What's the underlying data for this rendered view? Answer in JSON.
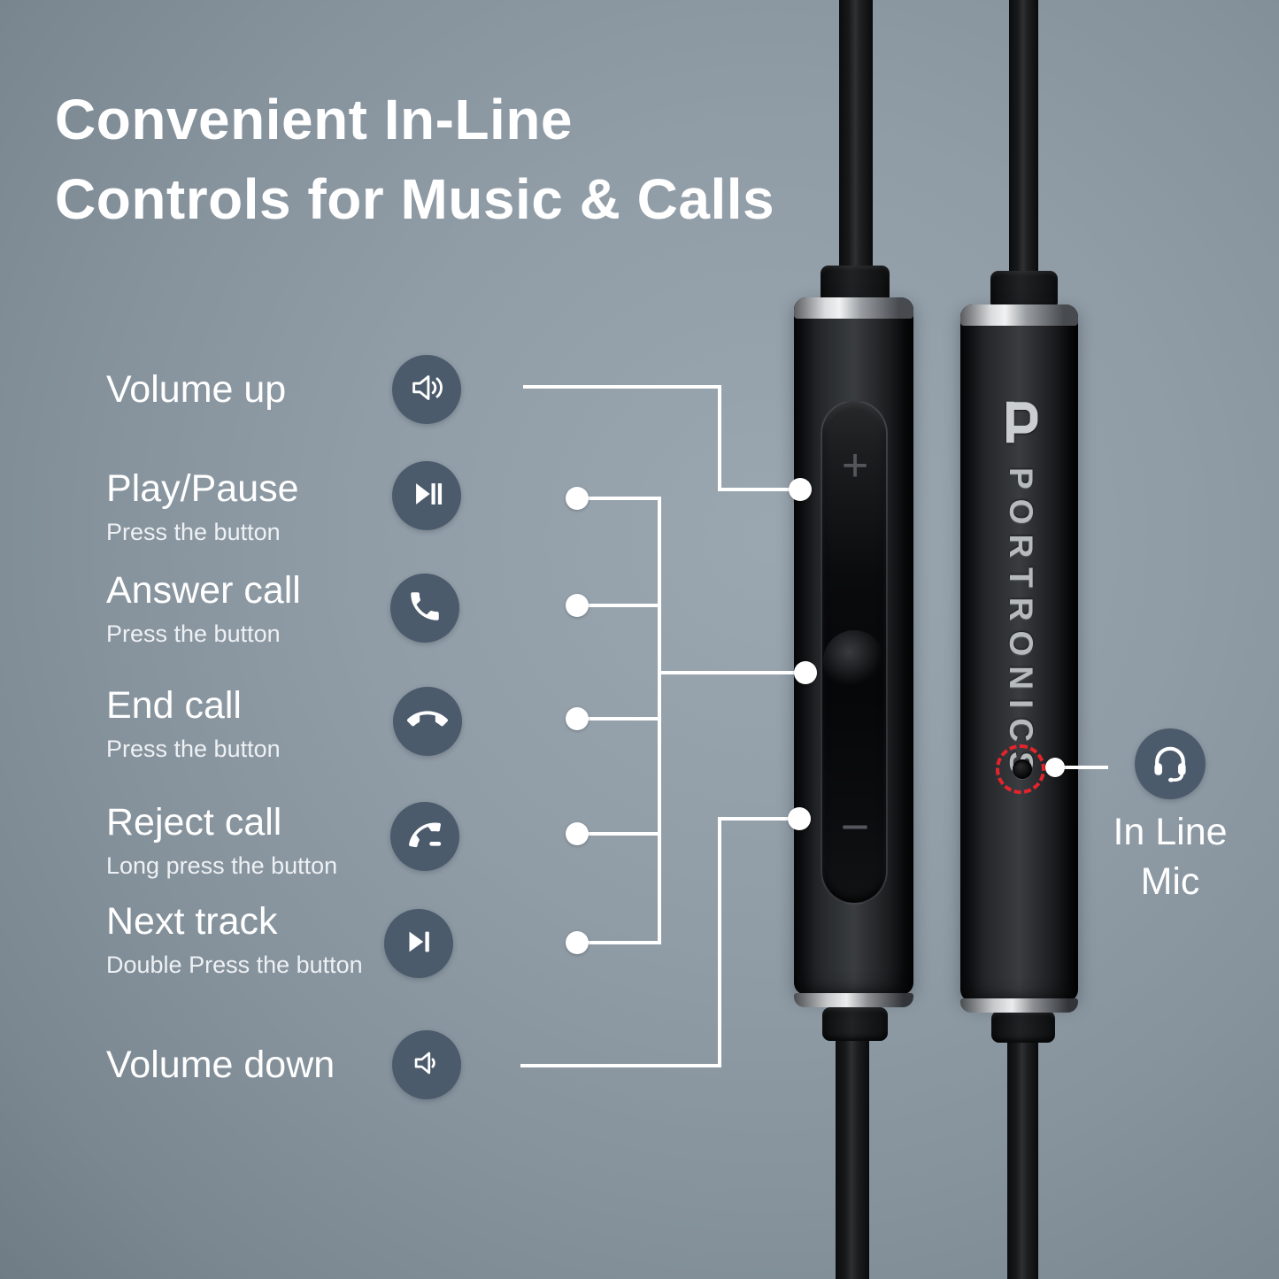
{
  "title": {
    "line1": "Convenient In-Line",
    "line2": "Controls for Music & Calls"
  },
  "features": [
    {
      "title": "Volume up",
      "subtitle": "",
      "icon": "volume-up-icon"
    },
    {
      "title": "Play/Pause",
      "subtitle": "Press the button",
      "icon": "play-pause-icon"
    },
    {
      "title": "Answer call",
      "subtitle": "Press the button",
      "icon": "answer-call-icon"
    },
    {
      "title": "End call",
      "subtitle": "Press the button",
      "icon": "end-call-icon"
    },
    {
      "title": "Reject call",
      "subtitle": "Long press the button",
      "icon": "reject-call-icon"
    },
    {
      "title": "Next track",
      "subtitle": "Double Press the button",
      "icon": "next-track-icon"
    },
    {
      "title": "Volume down",
      "subtitle": "",
      "icon": "volume-down-icon"
    }
  ],
  "mic_callout": {
    "label_line1": "In Line",
    "label_line2": "Mic",
    "icon": "headset-mic-icon"
  },
  "device": {
    "brand": "PORTRONICS",
    "volume_up_mark": "+",
    "volume_down_mark": "−"
  },
  "colors": {
    "background": "#8a97a1",
    "icon_badge": "#4b5b6c",
    "callout_line": "#ffffff",
    "mic_ring_red": "#e4242c",
    "text": "#ffffff"
  }
}
